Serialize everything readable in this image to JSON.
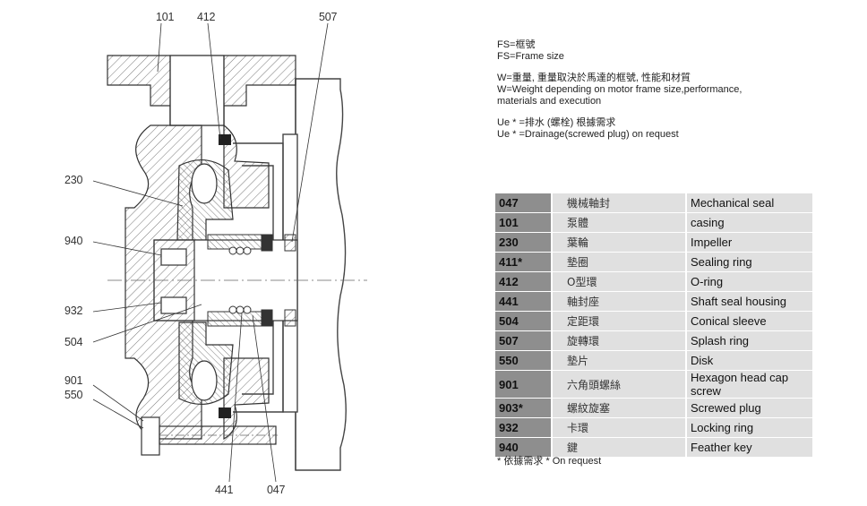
{
  "callouts": {
    "c101": "101",
    "c412": "412",
    "c507": "507",
    "c230": "230",
    "c940": "940",
    "c932": "932",
    "c504": "504",
    "c901": "901",
    "c550": "550",
    "c441": "441",
    "c047": "047"
  },
  "notes": [
    "FS=框號\nFS=Frame size",
    "W=重量, 重量取決於馬達的框號, 性能和材質\nW=Weight depending on motor frame size,performance,\nmaterials and execution",
    "Ue * =排水 (螺栓) 根據需求\nUe * =Drainage(screwed plug) on request"
  ],
  "parts": [
    {
      "code": "047",
      "zh": "機械軸封",
      "en": "Mechanical seal"
    },
    {
      "code": "101",
      "zh": "泵體",
      "en": "casing"
    },
    {
      "code": "230",
      "zh": "葉輪",
      "en": "Impeller"
    },
    {
      "code": "411*",
      "zh": "墊圈",
      "en": "Sealing ring"
    },
    {
      "code": "412",
      "zh": "O型環",
      "en": "O-ring"
    },
    {
      "code": "441",
      "zh": "軸封座",
      "en": "Shaft seal housing"
    },
    {
      "code": "504",
      "zh": "定距環",
      "en": "Conical sleeve"
    },
    {
      "code": "507",
      "zh": "旋轉環",
      "en": "Splash ring"
    },
    {
      "code": "550",
      "zh": "墊片",
      "en": "Disk"
    },
    {
      "code": "901",
      "zh": "六角頭螺絲",
      "en": "Hexagon head cap screw"
    },
    {
      "code": "903*",
      "zh": "螺紋旋塞",
      "en": "Screwed plug"
    },
    {
      "code": "932",
      "zh": "卡環",
      "en": "Locking ring"
    },
    {
      "code": "940",
      "zh": "鍵",
      "en": "Feather key"
    }
  ],
  "footnote": "* 依據需求 * On request"
}
